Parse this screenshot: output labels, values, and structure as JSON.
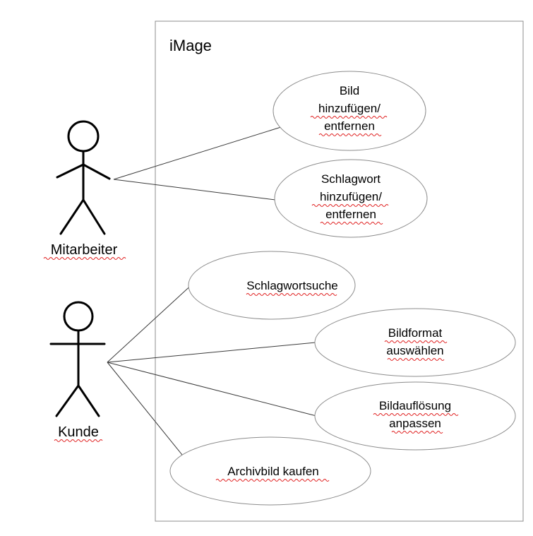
{
  "system": {
    "title": "iMage"
  },
  "actors": [
    {
      "id": "mitarbeiter",
      "label": "Mitarbeiter"
    },
    {
      "id": "kunde",
      "label": "Kunde"
    }
  ],
  "use_cases": [
    {
      "id": "bild",
      "lines": [
        "Bild",
        "hinzufügen/",
        "entfernen"
      ]
    },
    {
      "id": "schlagwort",
      "lines": [
        "Schlagwort",
        "hinzufügen/",
        "entfernen"
      ]
    },
    {
      "id": "schlagwortsuche",
      "lines": [
        "Schlagwortsuche"
      ]
    },
    {
      "id": "bildformat",
      "lines": [
        "Bildformat",
        "auswählen"
      ]
    },
    {
      "id": "bildaufloesung",
      "lines": [
        "Bildauflösung",
        "anpassen"
      ]
    },
    {
      "id": "archivbild",
      "lines": [
        "Archivbild kaufen"
      ]
    }
  ],
  "associations": [
    {
      "actor": "mitarbeiter",
      "use_case": "bild"
    },
    {
      "actor": "mitarbeiter",
      "use_case": "schlagwort"
    },
    {
      "actor": "kunde",
      "use_case": "schlagwortsuche"
    },
    {
      "actor": "kunde",
      "use_case": "bildformat"
    },
    {
      "actor": "kunde",
      "use_case": "bildaufloesung"
    },
    {
      "actor": "kunde",
      "use_case": "archivbild"
    }
  ]
}
